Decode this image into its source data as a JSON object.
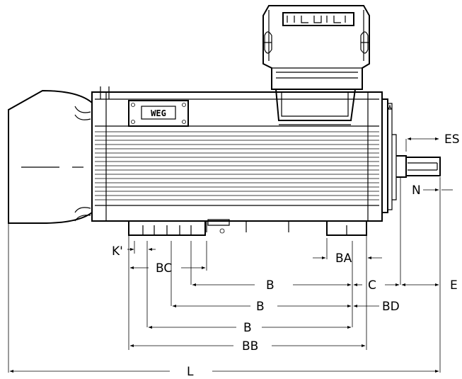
{
  "logo": {
    "text": "WEG",
    "box_text": "WEG"
  },
  "dimensions": {
    "es": "ES",
    "n": "N",
    "k_prime": "K'",
    "bc": "BC",
    "ba": "BA",
    "c": "C",
    "e": "E",
    "b_1": "B",
    "b_2": "B",
    "b_3": "B",
    "bd": "BD",
    "bb": "BB",
    "l": "L"
  }
}
